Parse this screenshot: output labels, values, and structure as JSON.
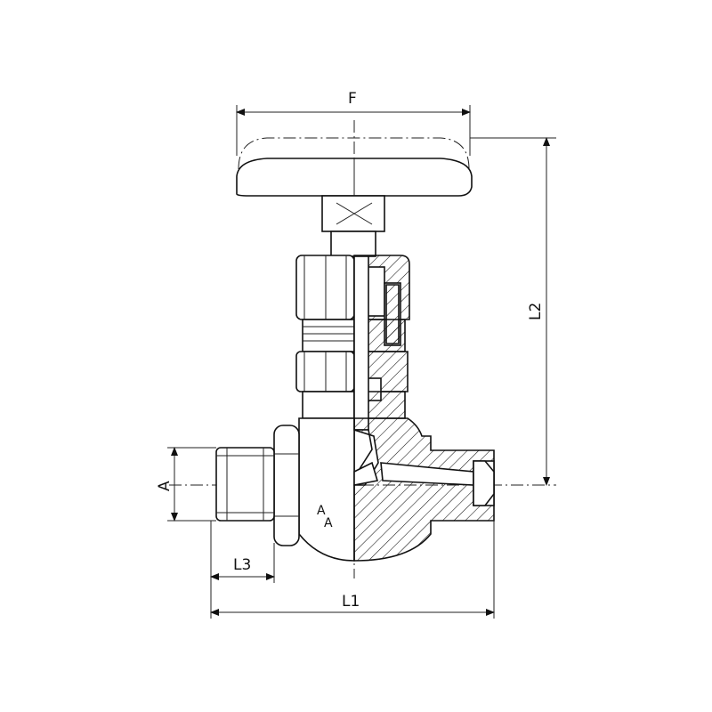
{
  "dimensions": {
    "F": "F",
    "L2": "L2",
    "A": "A",
    "L3": "L3",
    "L1": "L1"
  },
  "flow_marks": [
    "A",
    "A"
  ]
}
